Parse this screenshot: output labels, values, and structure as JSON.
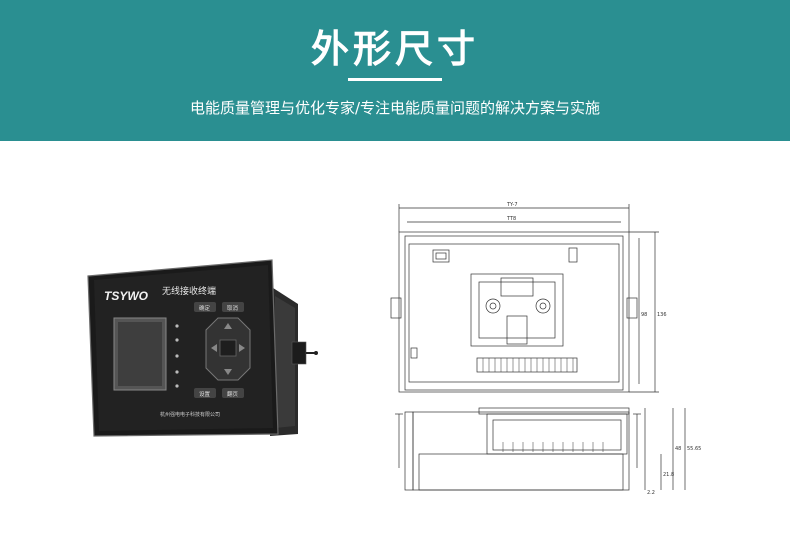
{
  "header": {
    "title": "外形尺寸",
    "subtitle": "电能质量管理与优化专家/专注电能质量问题的解决方案与实施",
    "background_color": "#2a8f91"
  },
  "device": {
    "brand_logo": "TSYWO",
    "panel_title": "无线接收终端",
    "buttons_top": [
      "确定",
      "取消"
    ],
    "buttons_bottom": [
      "设置",
      "翻页"
    ],
    "company": "杭州强电电子科技有限公司",
    "icons": [
      "lcd-screen-icon",
      "dpad-icon",
      "terminal-connector-icon"
    ]
  },
  "drawing": {
    "dim_top_overall": "TY-7",
    "dim_top_inner": "TT8",
    "dim_right_1": "98",
    "dim_right_2": "136",
    "dim_side_1": "48",
    "dim_side_2": "55.65",
    "dim_side_3": "21.8",
    "dim_side_4": "2.2"
  }
}
